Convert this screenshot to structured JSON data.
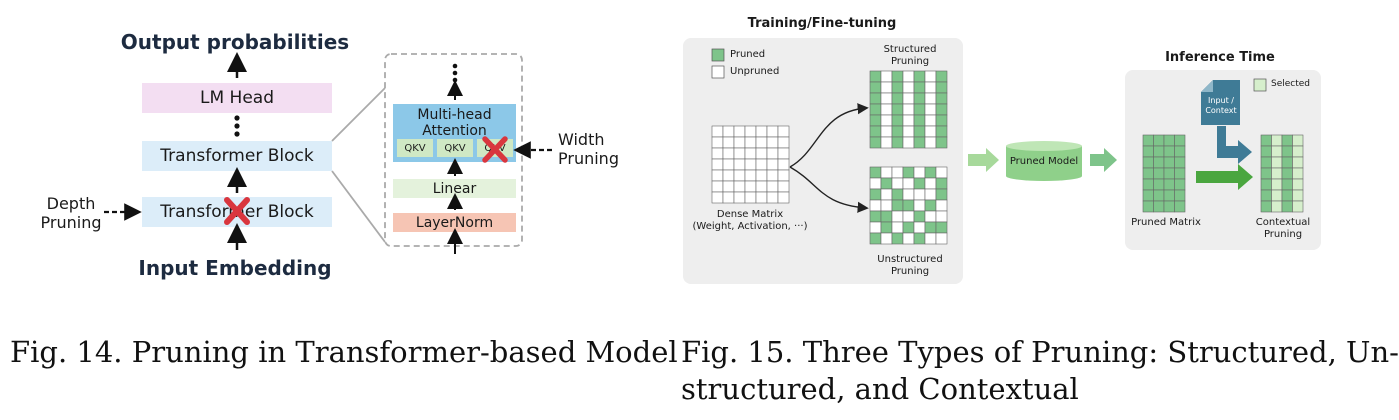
{
  "fig14": {
    "output_label": "Output probabilities",
    "lm_head": "LM Head",
    "transformer_block_top": "Transformer Block",
    "transformer_block_bottom": "Transformer Block",
    "input_label": "Input Embedding",
    "depth_pruning": [
      "Depth",
      "Pruning"
    ],
    "width_pruning": [
      "Width",
      "Pruning"
    ],
    "mha_title": [
      "Multi-head",
      "Attention"
    ],
    "qkv_labels": [
      "QKV",
      "QKV",
      "QKV"
    ],
    "linear": "Linear",
    "layernorm": "LayerNorm",
    "caption": "Fig. 14.  Pruning in Transformer-based Model"
  },
  "fig15": {
    "training_title": "Training/Fine-tuning",
    "legend_pruned": "Pruned",
    "legend_unpruned": "Unpruned",
    "structured_label": [
      "Structured",
      "Pruning"
    ],
    "dense_label": [
      "Dense Matrix",
      "(Weight, Activation, ···)"
    ],
    "unstructured_label": [
      "Unstructured",
      "Pruning"
    ],
    "pruned_model": "Pruned Model",
    "inference_title": "Inference Time",
    "legend_selected": "Selected",
    "input_context": [
      "Input /",
      "Context"
    ],
    "pruned_matrix": "Pruned Matrix",
    "contextual_label": [
      "Contextual",
      "Pruning"
    ],
    "caption_lines": [
      "Fig. 15.  Three Types of Pruning: Structured, Un-",
      "structured, and Contextual"
    ]
  },
  "colors": {
    "pruned_green": "#7ec48a",
    "selected_green": "#d6efcc",
    "lm_head": "#f3def2",
    "transformer": "#dcedf9",
    "attention": "#8cc8e8",
    "qkv": "#cfe8c4",
    "linear": "#e4f2dc",
    "layernorm": "#f6c5b4",
    "panel_bg": "#eeeeee",
    "red_x": "#d9363e",
    "input_box": "#3f7b96"
  }
}
